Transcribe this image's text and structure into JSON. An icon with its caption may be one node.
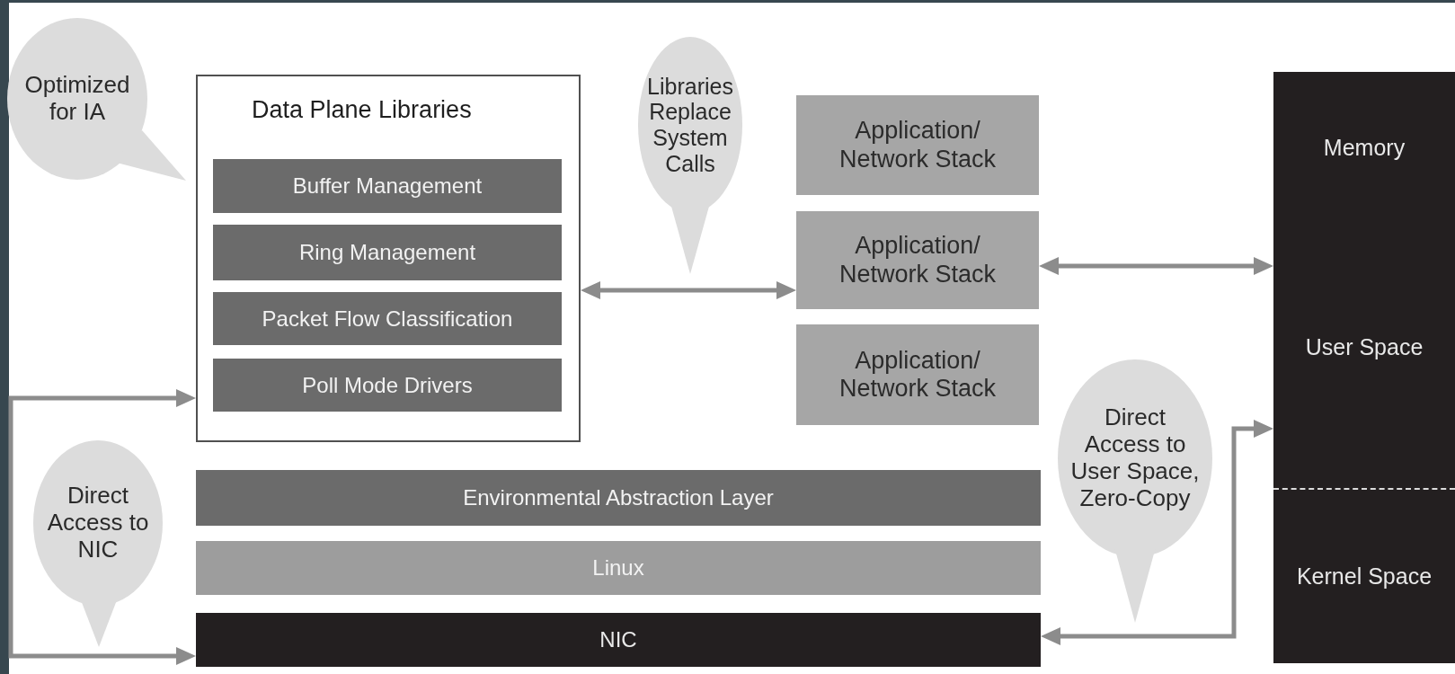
{
  "diagram": {
    "nodes": [
      {
        "text": [
          "Optimized for IA"
        ]
      },
      {
        "text": [
          "Data Plane Libraries"
        ]
      },
      {
        "text": [
          "Buffer Management"
        ],
        "in": 1
      },
      {
        "text": [
          "Ring Management"
        ],
        "in": 1
      },
      {
        "text": [
          "Packet Flow Classification"
        ],
        "in": 1
      },
      {
        "text": [
          "Poll Mode Drivers"
        ],
        "in": 1
      },
      {
        "text": [
          "Libraries Replace System Calls"
        ]
      },
      {
        "text": [
          "Application/ Network Stack"
        ]
      },
      {
        "text": [
          "Application/ Network Stack"
        ]
      },
      {
        "text": [
          "Application/ Network Stack"
        ]
      },
      {
        "text": [
          "Memory"
        ]
      },
      {
        "text": [
          "User Space"
        ],
        "in": 10
      },
      {
        "text": [
          "Kernel Space"
        ],
        "in": 10
      },
      {
        "text": [
          "Direct Access to User Space, Zero-Copy"
        ]
      },
      {
        "text": [
          "Environmental Abstraction Layer"
        ]
      },
      {
        "text": [
          "Linux"
        ]
      },
      {
        "text": [
          "NIC"
        ]
      },
      {
        "text": [
          "Direct Access to NIC"
        ]
      }
    ],
    "edges": [
      {
        "from": 1,
        "to": 8,
        "arrow": "both"
      },
      {
        "from": 8,
        "to": 11,
        "arrow": "both"
      },
      {
        "from": 16,
        "to": 11,
        "arrow": "both"
      },
      {
        "from": 16,
        "to": 1,
        "arrow": "both"
      }
    ]
  }
}
